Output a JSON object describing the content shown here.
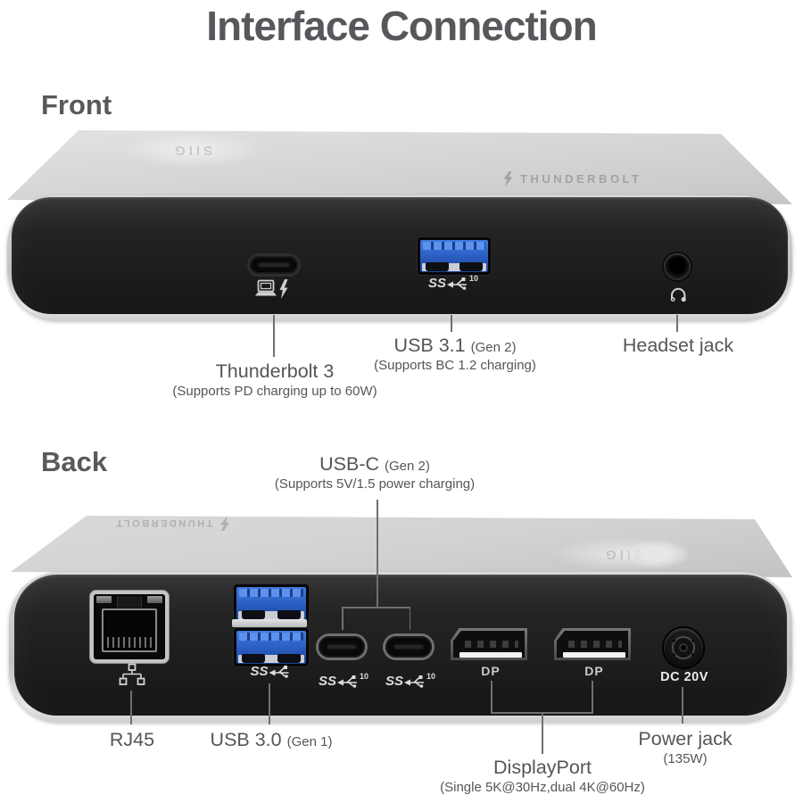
{
  "title": "Interface Connection",
  "colors": {
    "text_gray": "#55565a",
    "leader_line": "#707070",
    "chassis_silver": "#d6d6d6",
    "face_dark": "#1e1e1e",
    "usb_blue": "#2a5cc0",
    "dp_lip_white": "#f2f2f2"
  },
  "front_section": {
    "heading": "Front",
    "brand_logo": "SIIG",
    "brand_thunderbolt": "THUNDERBOLT",
    "thunderbolt_port": {
      "name": "Thunderbolt 3",
      "note": "(Supports PD charging up to 60W)"
    },
    "usb31_port": {
      "name": "USB 3.1",
      "gen": "(Gen 2)",
      "note": "(Supports BC 1.2 charging)",
      "marking_ss": "SS",
      "marking_speed": "10"
    },
    "headset_port": {
      "name": "Headset jack"
    }
  },
  "back_section": {
    "heading": "Back",
    "brand_logo": "SIIG",
    "brand_thunderbolt": "THUNDERBOLT",
    "usbc_ports": {
      "name": "USB-C",
      "gen": "(Gen 2)",
      "note": "(Supports 5V/1.5 power charging)",
      "marking_ss": "SS",
      "marking_speed": "10"
    },
    "rj45_port": {
      "name": "RJ45"
    },
    "usb30_ports": {
      "name": "USB 3.0",
      "gen": "(Gen 1)",
      "marking_ss": "SS"
    },
    "displayport": {
      "name": "DisplayPort",
      "note": "(Single 5K@30Hz,dual 4K@60Hz)",
      "port_label": "DP"
    },
    "power": {
      "name": "Power jack",
      "note": "(135W)",
      "port_label": "DC 20V"
    }
  }
}
